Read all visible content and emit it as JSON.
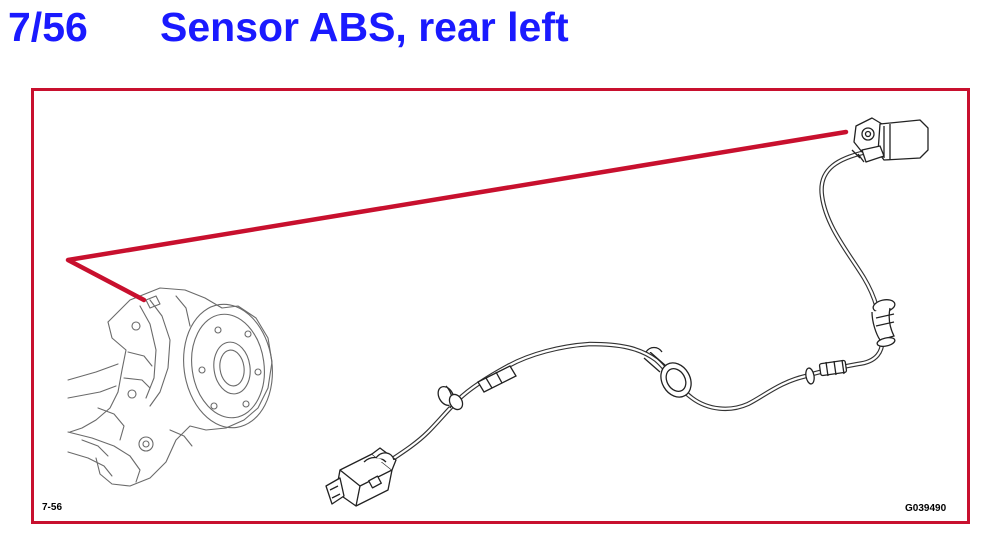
{
  "header": {
    "figure_number": "7/56",
    "title": "Sensor ABS, rear left",
    "title_color": "#1a1aff"
  },
  "illustration": {
    "frame_color": "#c8102e",
    "leader_color": "#c8102e",
    "ref_label_left": "7-56",
    "ref_label_right": "G039490"
  }
}
